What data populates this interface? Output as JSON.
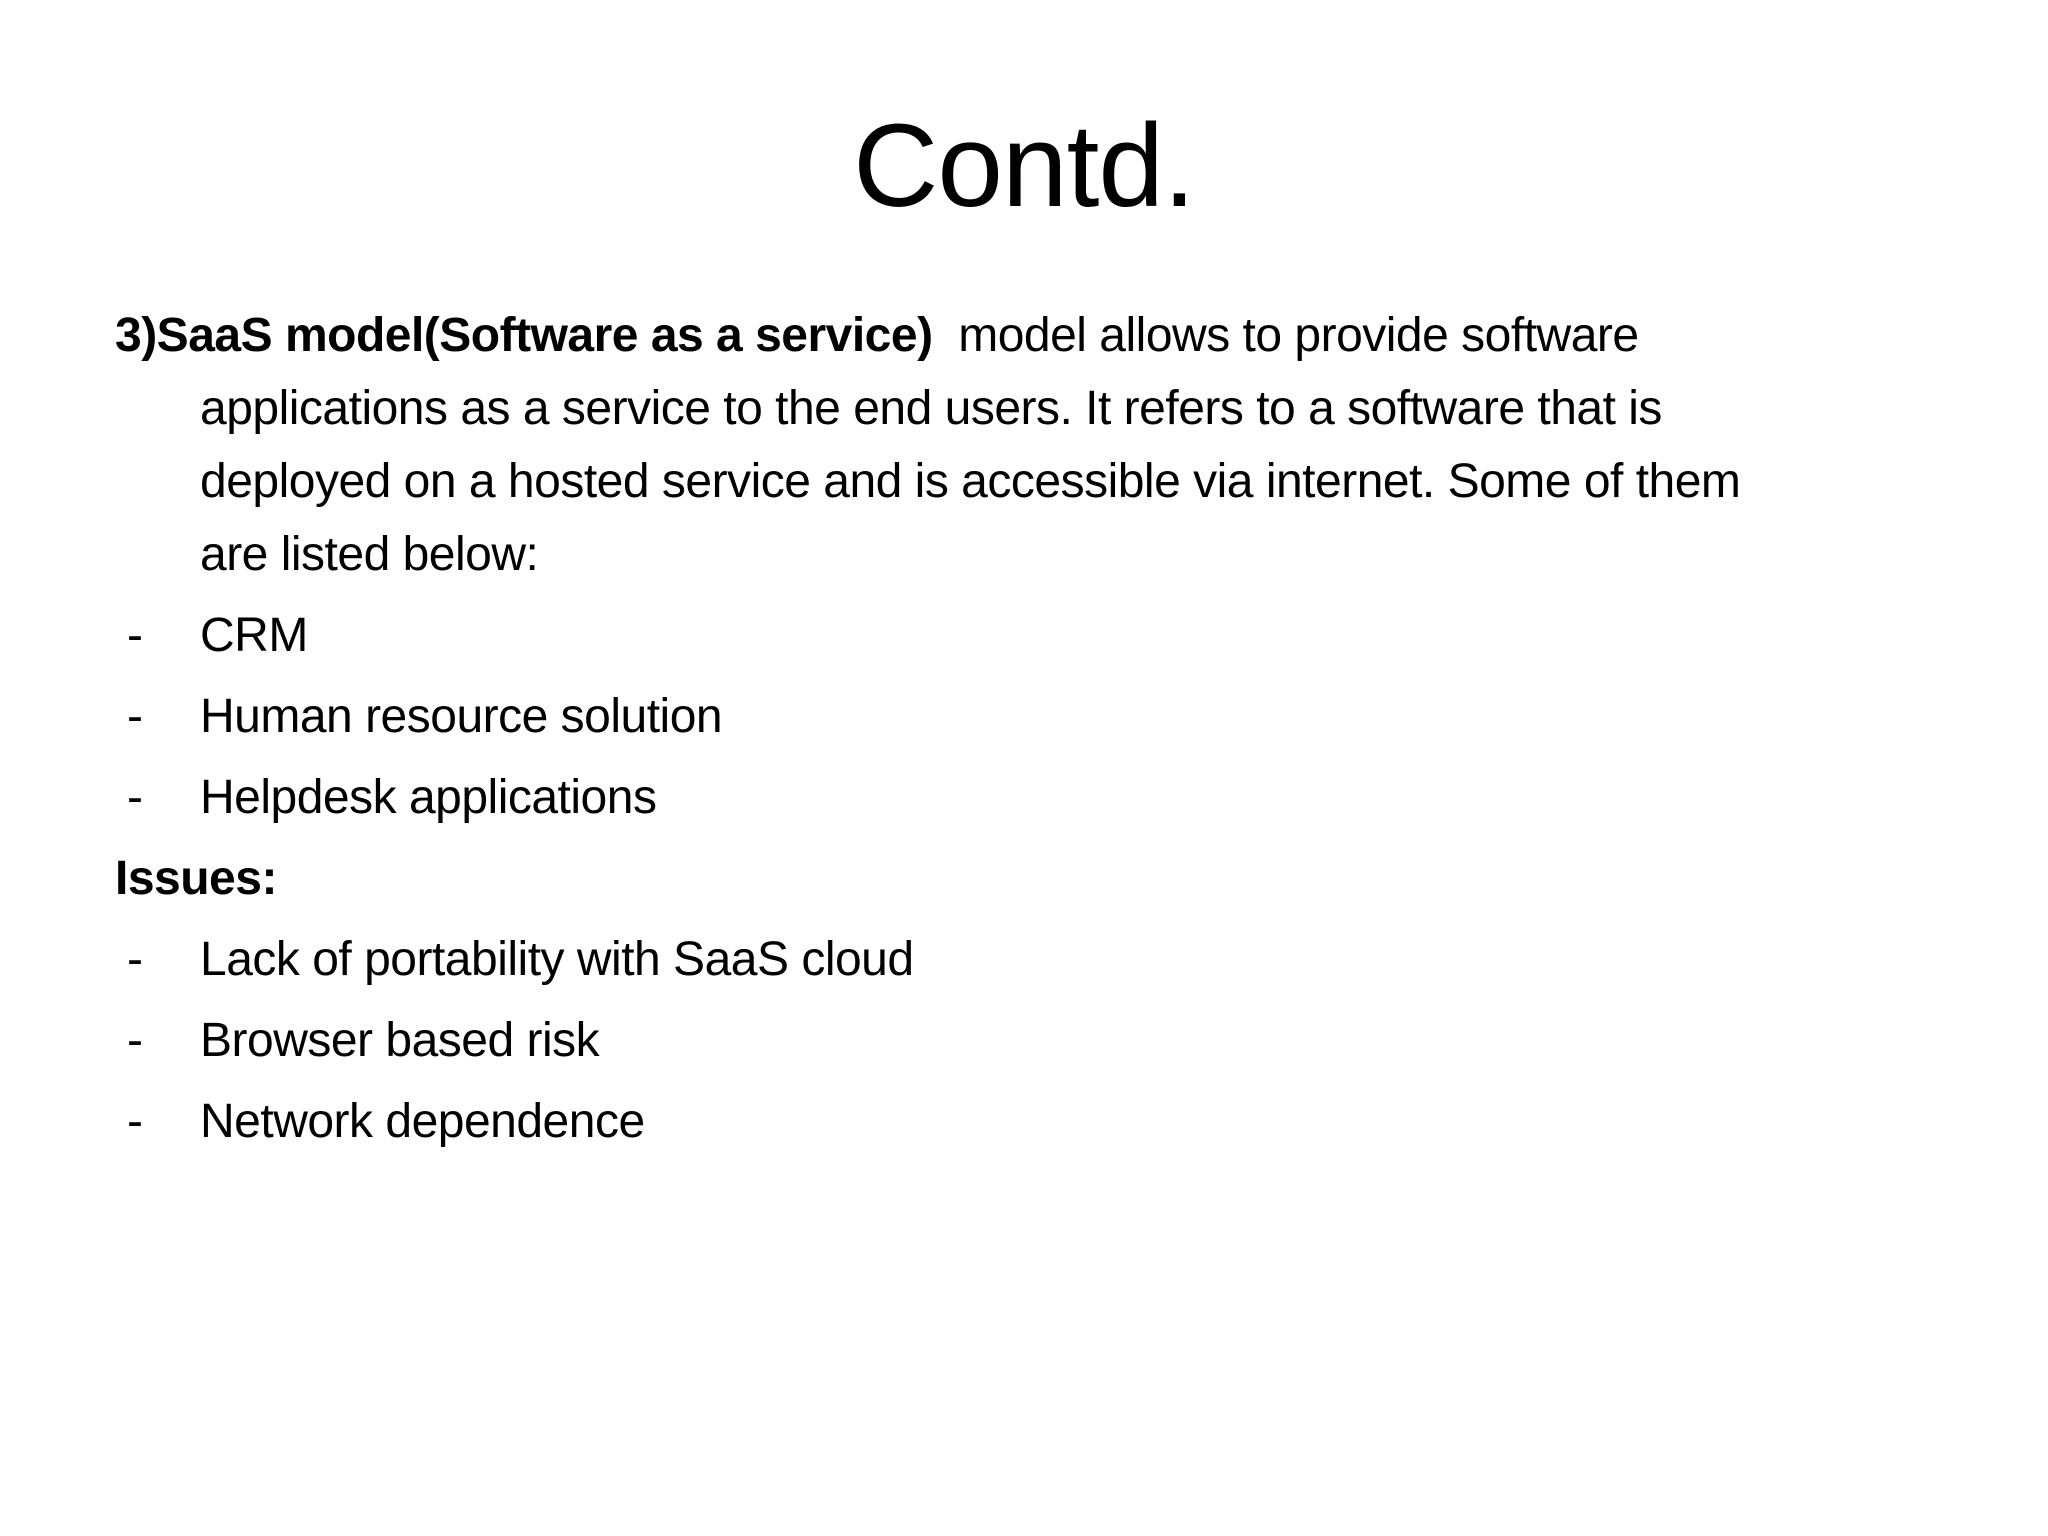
{
  "slide": {
    "title": "Contd.",
    "paragraph": {
      "lead_bold": "3)SaaS model(Software as a service)",
      "lead_rest": "  model allows to provide software",
      "wrap_lines": [
        "applications as a service to the end users. It refers to a software that is",
        "deployed on a hosted service and is accessible via internet. Some of them",
        "are listed below:"
      ]
    },
    "bullet_char": "-",
    "saas_examples": [
      "CRM",
      "Human resource solution",
      "Helpdesk applications"
    ],
    "issues_heading": "Issues:",
    "issues": [
      "Lack of portability with SaaS cloud",
      "Browser based risk",
      "Network dependence"
    ]
  },
  "colors": {
    "background": "#ffffff",
    "text": "#000000"
  }
}
